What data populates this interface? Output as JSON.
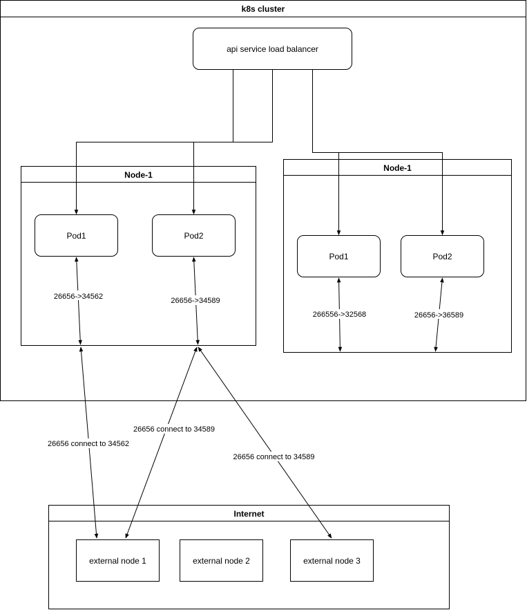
{
  "cluster": {
    "title": "k8s cluster"
  },
  "load_balancer": {
    "label": "api service load balancer"
  },
  "nodes": [
    {
      "title": "Node-1",
      "pods": [
        "Pod1",
        "Pod2"
      ],
      "port_labels": [
        "26656->34562",
        "26656->34589"
      ]
    },
    {
      "title": "Node-1",
      "pods": [
        "Pod1",
        "Pod2"
      ],
      "port_labels": [
        "266556->32568",
        "26656->36589"
      ]
    }
  ],
  "internet": {
    "title": "Internet",
    "nodes": [
      "external node 1",
      "external node 2",
      "external node 3"
    ]
  },
  "connections": [
    "26656 connect to 34562",
    "26656 connect to 34589",
    "26656 connect to 34589"
  ]
}
